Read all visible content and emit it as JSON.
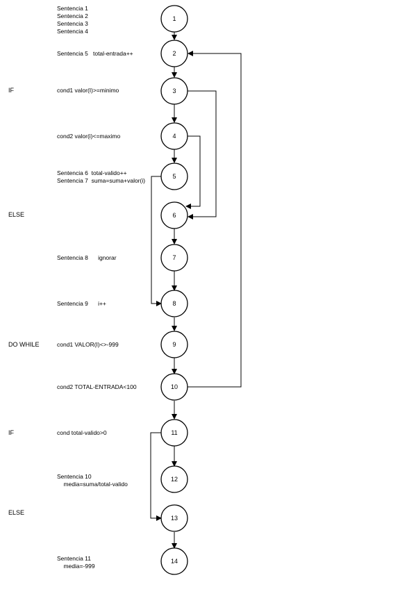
{
  "keywords": [
    {
      "id": "if1",
      "text": "IF"
    },
    {
      "id": "else1",
      "text": "ELSE"
    },
    {
      "id": "dowhile",
      "text": "DO WHILE"
    },
    {
      "id": "if2",
      "text": "IF"
    },
    {
      "id": "else2",
      "text": "ELSE"
    }
  ],
  "labels": [
    {
      "id": "s1to4",
      "text": "Sentencia 1\nSentencia 2\nSentencia 3\nSentencia 4"
    },
    {
      "id": "s5",
      "text": "Sentencia 5   total-entrada++"
    },
    {
      "id": "cond1a",
      "text": "cond1 valor(I)>=minimo"
    },
    {
      "id": "cond2a",
      "text": "cond2 valor(i)<=maximo"
    },
    {
      "id": "s6s7",
      "text": "Sentencia 6  total-valido++\nSentencia 7  suma=suma+valor(i)"
    },
    {
      "id": "s8",
      "text": "Sentencia 8      ignorar"
    },
    {
      "id": "s9",
      "text": "Sentencia 9      i++"
    },
    {
      "id": "cond1b",
      "text": "cond1 VALOR(I)<>-999"
    },
    {
      "id": "cond2b",
      "text": "cond2 TOTAL-ENTRADA<100"
    },
    {
      "id": "cond3",
      "text": "cond total-valido>0"
    },
    {
      "id": "s10",
      "text": "Sentencia 10\n    media=suma/total-valido"
    },
    {
      "id": "s11",
      "text": "Sentencia 11\n    media=-999"
    }
  ],
  "nodes": [
    "1",
    "2",
    "3",
    "4",
    "5",
    "6",
    "7",
    "8",
    "9",
    "10",
    "11",
    "12",
    "13",
    "14"
  ]
}
